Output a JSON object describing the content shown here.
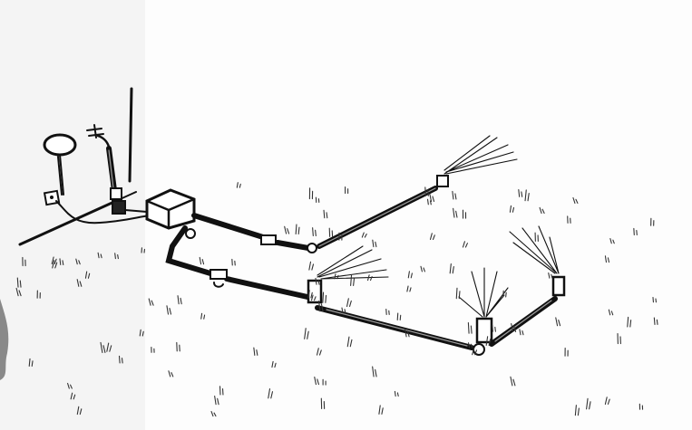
{
  "scene": {
    "background": "#fdfdfd",
    "ink_color": "#111111",
    "elements": [
      "wall",
      "wall-light",
      "faucet",
      "water-inlet-hose",
      "irrigation-controller",
      "valve",
      "pipe-network",
      "sprinkler-head",
      "ground-grass"
    ]
  }
}
